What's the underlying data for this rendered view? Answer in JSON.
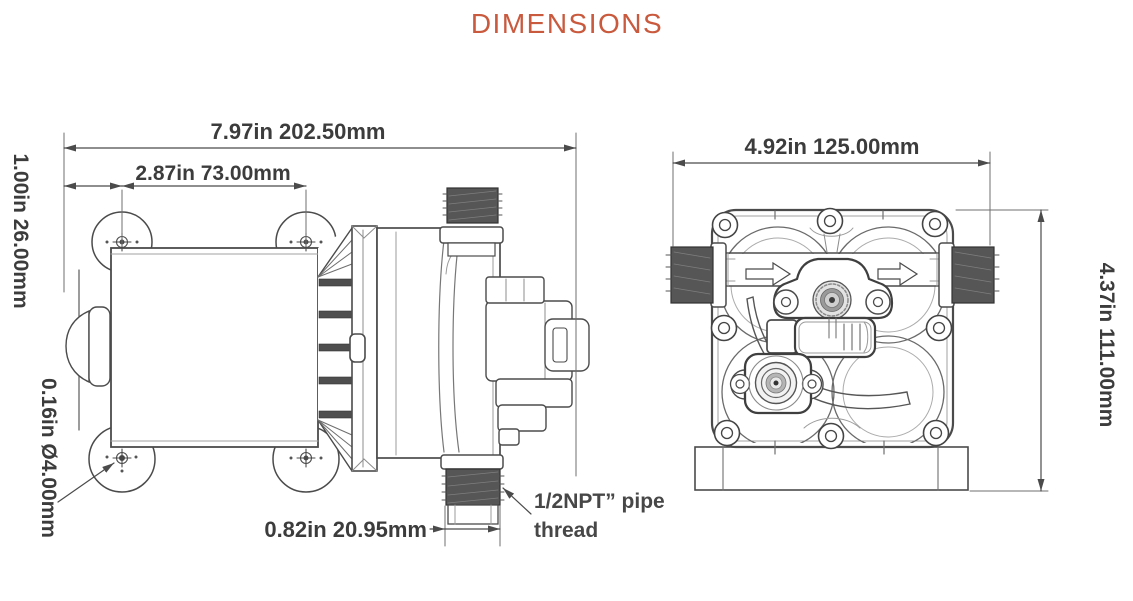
{
  "title": {
    "label": "DIMENSIONS",
    "color": "#c95a3e"
  },
  "side_view": {
    "overall_length": "7.97in  202.50mm",
    "mount_hole_spacing": "2.87in  73.00mm",
    "mount_offset": "1.00in  26.00mm",
    "mount_hole_diameter": "0.16in  Ø4.00mm",
    "port_width": "0.82in  20.95mm",
    "thread_note_line1": "1/2NPT” pipe",
    "thread_note_line2": "thread"
  },
  "front_view": {
    "overall_width": "4.92in  125.00mm",
    "overall_height": "4.37in  111.00mm"
  },
  "colors": {
    "accent": "#c95a3e",
    "line": "#4b4b4b",
    "text": "#3c3c3c",
    "thread_fill": "#565656"
  }
}
